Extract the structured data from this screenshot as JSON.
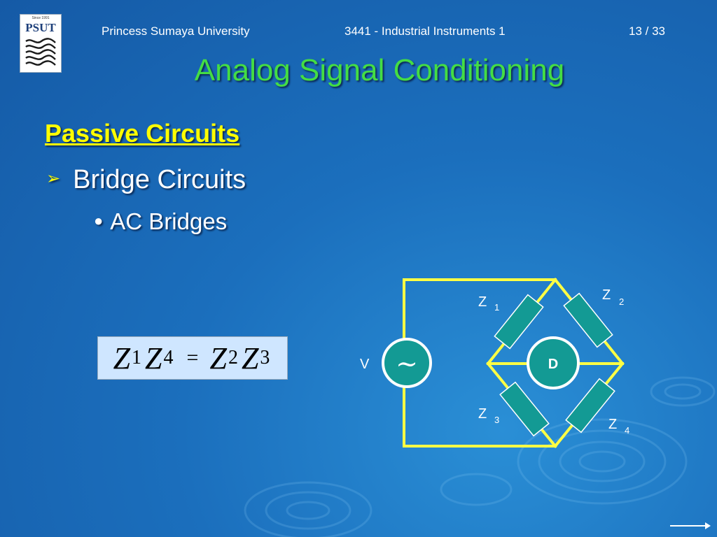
{
  "header": {
    "university": "Princess Sumaya University",
    "course": "3441 - Industrial Instruments 1",
    "page": "13 / 33"
  },
  "logo": {
    "since": "Since 1991",
    "text": "PSUT"
  },
  "title": "Analog Signal Conditioning",
  "section_heading": "Passive Circuits",
  "bullets": {
    "level1": "Bridge Circuits",
    "level2": "AC Bridges"
  },
  "formula": {
    "var1": "Z",
    "sub1": "1",
    "var2": "Z",
    "sub2": "4",
    "eq": "=",
    "var3": "Z",
    "sub3": "2",
    "var4": "Z",
    "sub4": "3"
  },
  "circuit": {
    "source_label": "V",
    "source_symbol": "~",
    "detector_label": "D",
    "z1_label": "Z",
    "z1_sub": "1",
    "z2_label": "Z",
    "z2_sub": "2",
    "z3_label": "Z",
    "z3_sub": "3",
    "z4_label": "Z",
    "z4_sub": "4"
  },
  "colors": {
    "wire": "#ffff44",
    "component": "#139a94",
    "title": "#44dd44",
    "heading": "#ffff00"
  }
}
